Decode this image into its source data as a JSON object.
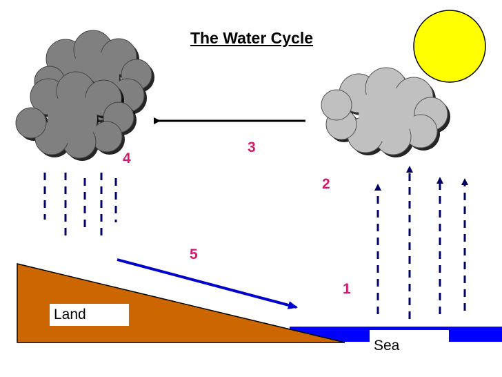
{
  "title": "The Water Cycle",
  "steps": {
    "s1": "1",
    "s2": "2",
    "s3": "3",
    "s4": "4",
    "s5": "5"
  },
  "labels": {
    "land": "Land",
    "sea": "Sea"
  },
  "colors": {
    "sun": "#ffff00",
    "cloud_light": "#c0c0c0",
    "cloud_dark": "#808080",
    "land": "#cc6600",
    "sea": "#0000ff",
    "vapor_arrows": "#000066",
    "runoff_arrow": "#0000cc",
    "step_numbers": "#d6186b"
  }
}
